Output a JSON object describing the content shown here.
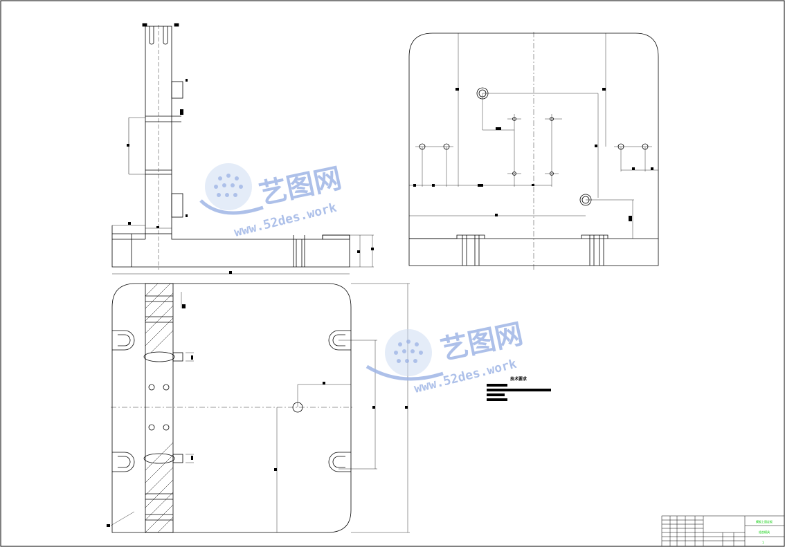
{
  "watermark": {
    "brand": "艺图网",
    "url": "www.52des.work"
  },
  "tech_notes": {
    "title": "技术要求"
  },
  "title_block": {
    "title": "模板上固定板",
    "subtitle": "组合模具",
    "sheet": "1"
  },
  "colors": {
    "line": "#000000",
    "watermark": "#9fb6e6",
    "title_block_text": "#00cc00"
  },
  "icons": {
    "watermark_logo": "dotted-globe-icon"
  }
}
